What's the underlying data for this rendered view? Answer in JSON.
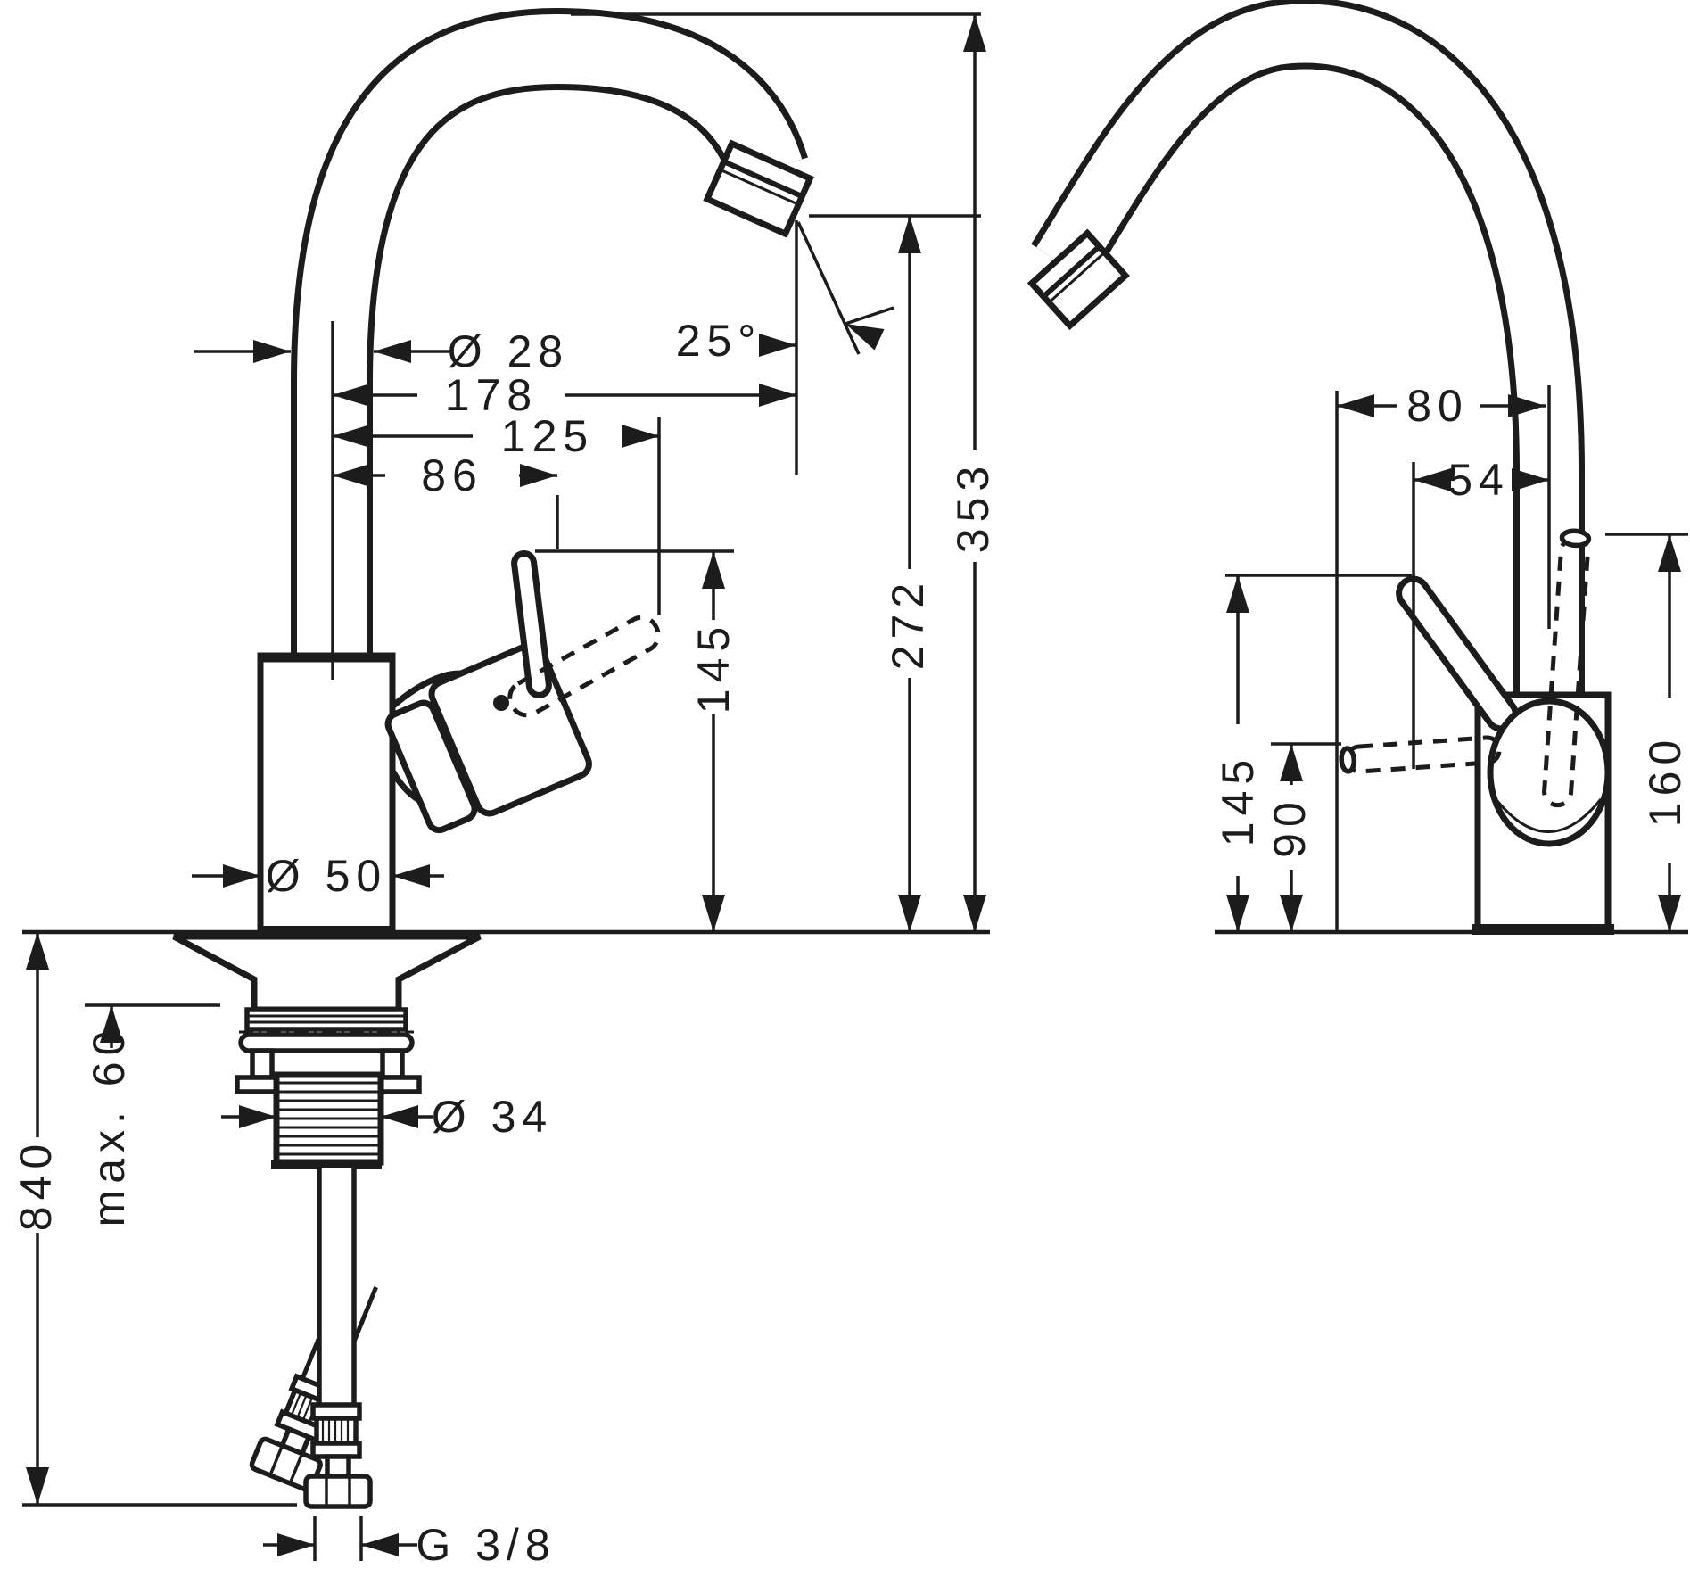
{
  "front_view": {
    "dims": {
      "spout_diameter": "Ø 28",
      "spout_swivel_angle": "25°",
      "spout_reach": "178",
      "reach_125": "125",
      "reach_86": "86",
      "handle_height": "145",
      "spout_outlet_height": "272",
      "total_height": "353",
      "body_diameter": "Ø 50",
      "max_counter_thickness": "max. 60",
      "hose_length": "840",
      "shank_diameter": "Ø 34",
      "supply_connection": "G 3/8"
    }
  },
  "side_view": {
    "dims": {
      "front_clearance_80": "80",
      "front_clearance_54": "54",
      "handle_height": "145",
      "lowered_handle_height": "90",
      "handle_top_height": "160"
    }
  }
}
